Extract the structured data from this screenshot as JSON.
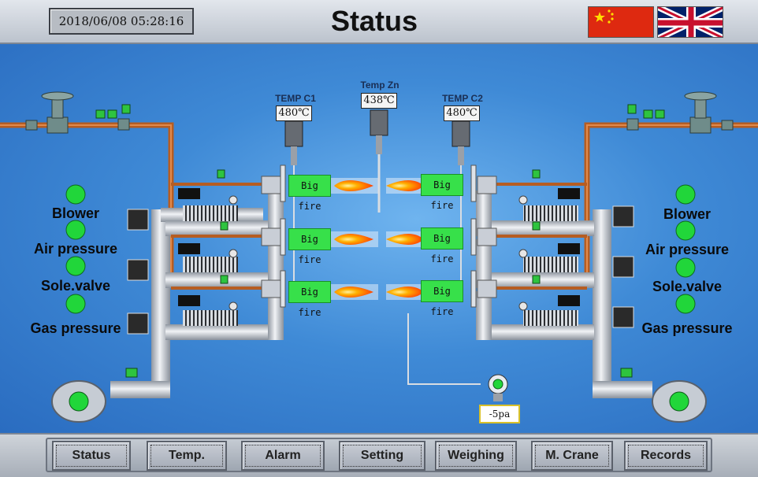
{
  "header": {
    "datetime": "2018/06/08 05:28:16",
    "title": "Status",
    "languages": [
      "chinese-flag-icon",
      "uk-flag-icon"
    ]
  },
  "left_panel": {
    "indicators": [
      {
        "label": "Blower",
        "color": "#21d63a"
      },
      {
        "label": "Air pressure",
        "color": "#21d63a"
      },
      {
        "label": "Sole.valve",
        "color": "#21d63a"
      },
      {
        "label": "Gas pressure",
        "color": "#21d63a"
      }
    ]
  },
  "right_panel": {
    "indicators": [
      {
        "label": "Blower",
        "color": "#21d63a"
      },
      {
        "label": "Air pressure",
        "color": "#21d63a"
      },
      {
        "label": "Sole.valve",
        "color": "#21d63a"
      },
      {
        "label": "Gas pressure",
        "color": "#21d63a"
      }
    ]
  },
  "temperatures": {
    "c1": {
      "title": "TEMP C1",
      "value": "480℃"
    },
    "zn": {
      "title": "Temp Zn",
      "value": "438℃"
    },
    "c2": {
      "title": "TEMP C2",
      "value": "480℃"
    }
  },
  "burners": {
    "left": [
      "Big fire",
      "Big fire",
      "Big fire"
    ],
    "right": [
      "Big fire",
      "Big fire",
      "Big fire"
    ]
  },
  "pressure": {
    "value": "-5pa"
  },
  "nav": {
    "buttons": [
      "Status",
      "Temp.",
      "Alarm",
      "Setting",
      "Weighing",
      "M. Crane",
      "Records"
    ]
  },
  "colors": {
    "indicator_on": "#21d63a",
    "gas_pipe": "#c8692c",
    "air_pipe": "#c9ced6",
    "background_center": "#6fb4ef",
    "background_edge": "#2a6cc0"
  }
}
